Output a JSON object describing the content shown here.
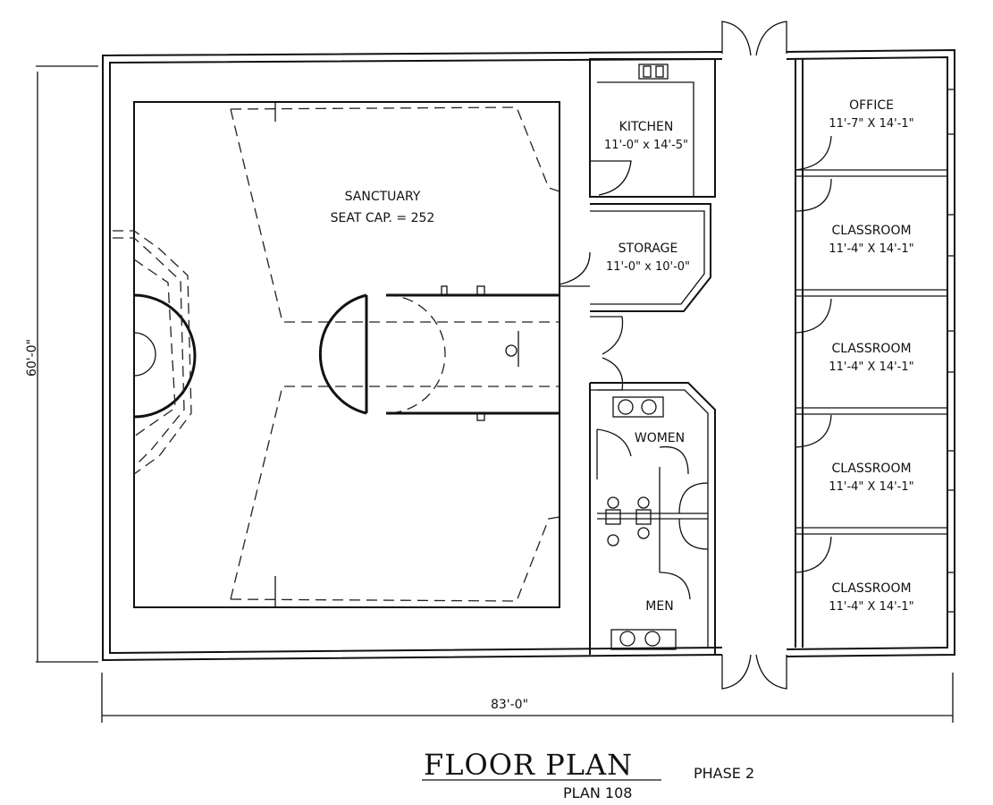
{
  "dimensions": {
    "height": "60'-0\"",
    "width": "83'-0\""
  },
  "rooms": {
    "sanctuary": {
      "name": "SANCTUARY",
      "detail": "SEAT CAP. = 252"
    },
    "kitchen": {
      "name": "KITCHEN",
      "size": "11'-0\" x 14'-5\""
    },
    "storage": {
      "name": "STORAGE",
      "size": "11'-0\" x 10'-0\""
    },
    "women": {
      "name": "WOMEN"
    },
    "men": {
      "name": "MEN"
    },
    "office": {
      "name": "OFFICE",
      "size": "11'-7\" X 14'-1\""
    },
    "classroom1": {
      "name": "CLASSROOM",
      "size": "11'-4\" X 14'-1\""
    },
    "classroom2": {
      "name": "CLASSROOM",
      "size": "11'-4\" X 14'-1\""
    },
    "classroom3": {
      "name": "CLASSROOM",
      "size": "11'-4\" X 14'-1\""
    },
    "classroom4": {
      "name": "CLASSROOM",
      "size": "11'-4\" X 14'-1\""
    }
  },
  "title": {
    "main": "FLOOR PLAN",
    "plan": "PLAN 108",
    "phase": "PHASE 2"
  }
}
